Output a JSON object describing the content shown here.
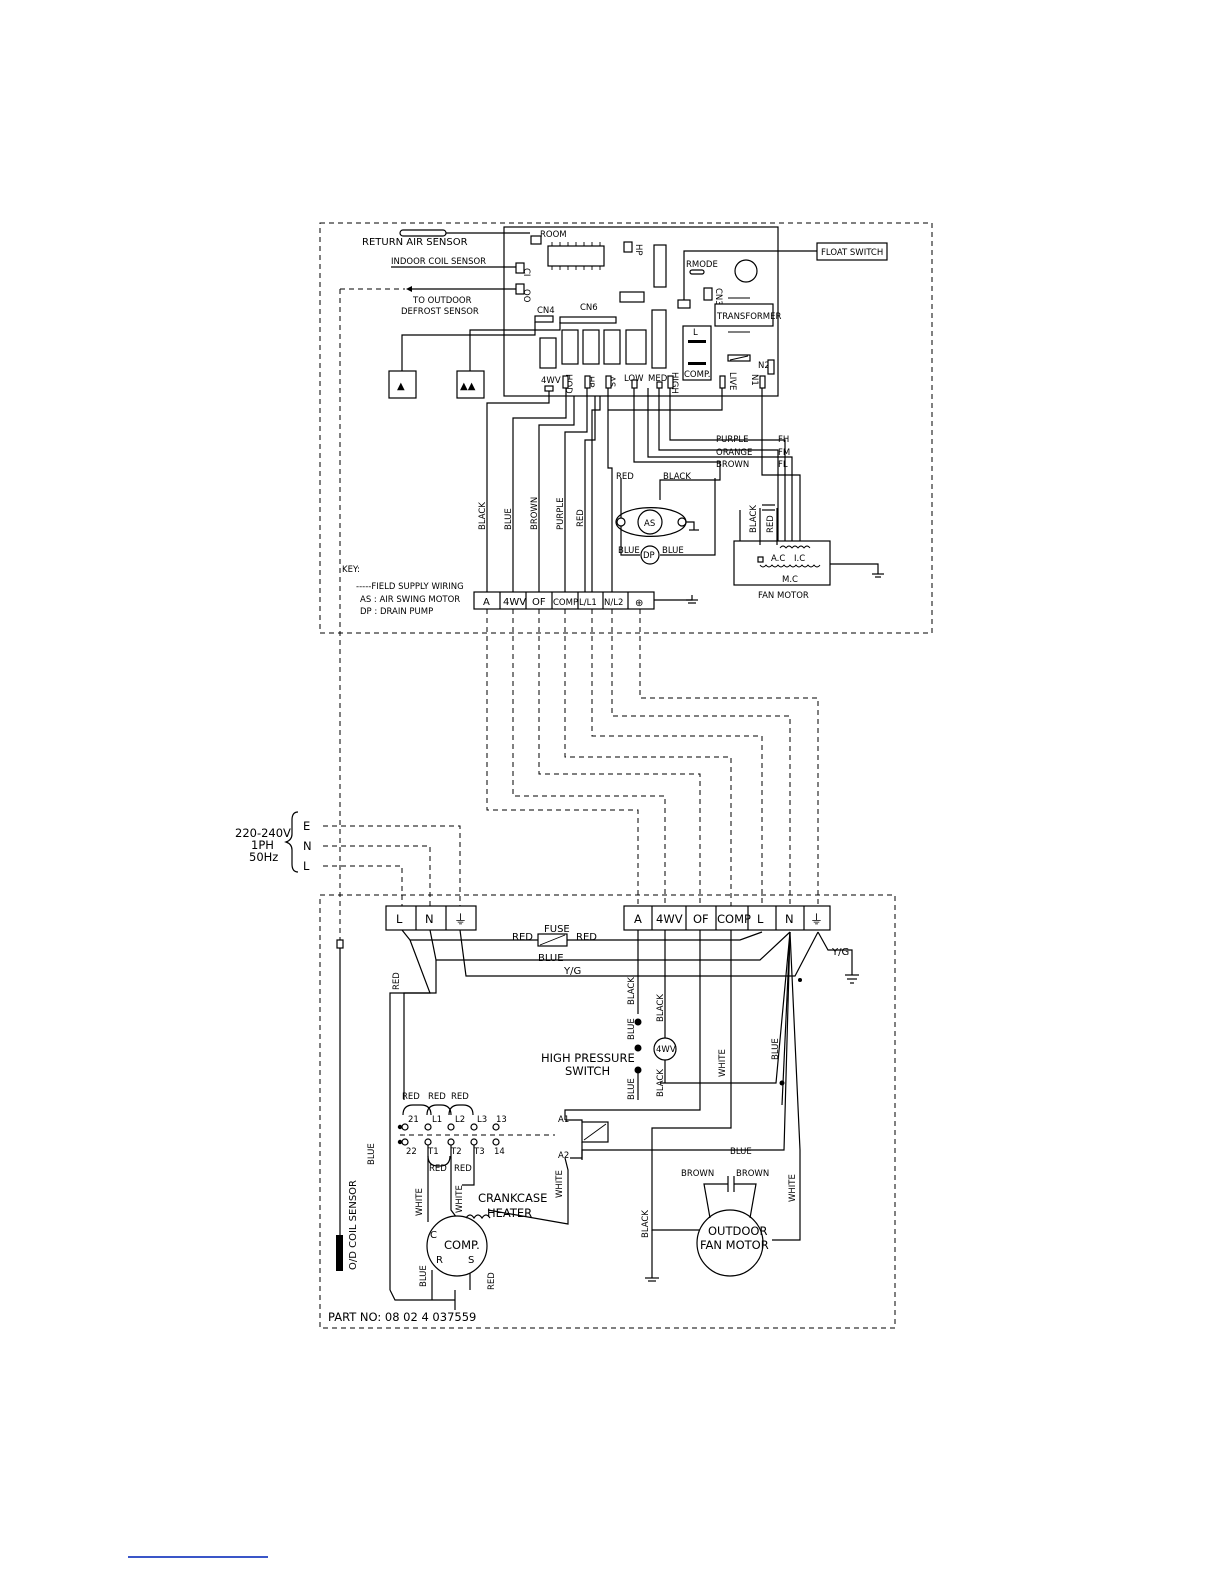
{
  "indoor": {
    "return_air_sensor": "RETURN AIR SENSOR",
    "room": "ROOM",
    "indoor_coil_sensor": "INDOOR COIL SENSOR",
    "ci": "CI",
    "oo": "OO",
    "to_outdoor_defrost_sensor_1": "TO OUTDOOR",
    "to_outdoor_defrost_sensor_2": "DEFROST SENSOR",
    "hp": "HP",
    "rmode": "RMODE",
    "cn3": "CN3",
    "cn4": "CN4",
    "cn6": "CN6",
    "float_switch": "FLOAT SWITCH",
    "transformer": "TRANSFORMER",
    "l": "L",
    "comp_relay": "COMP.",
    "n2": "N2",
    "pins": [
      "4WV",
      "HOD",
      "HP",
      "AS",
      "LOW",
      "MED",
      "HIGH",
      "LIVE",
      "N1"
    ],
    "tri_single": "▲",
    "tri_double": "▲▲",
    "purple": "PURPLE",
    "orange": "ORANGE",
    "brown": "BROWN",
    "fh": "FH",
    "fm": "FM",
    "fl": "FL",
    "red": "RED",
    "black": "BLACK",
    "as": "AS",
    "dp": "DP",
    "blue": "BLUE",
    "vertical_wires": [
      "BLACK",
      "BLUE",
      "BROWN",
      "PURPLE",
      "RED"
    ],
    "fan_black": "BLACK",
    "fan_red": "RED",
    "ac": "A.C",
    "ic": "I.C",
    "mc": "M.C",
    "fan_motor": "FAN MOTOR",
    "key": "KEY:",
    "key_items": [
      "-----FIELD SUPPLY WIRING",
      "AS : AIR SWING MOTOR",
      "DP : DRAIN PUMP"
    ],
    "terminals": [
      "A",
      "4WV",
      "OF",
      "COMP.",
      "L/L1",
      "N/L2",
      "⊕"
    ]
  },
  "supply": {
    "voltage": "220-240V",
    "phase": "1PH",
    "freq": "50Hz",
    "e": "E",
    "n": "N",
    "l": "L"
  },
  "outdoor": {
    "left_terminals": [
      "L",
      "N",
      "⏚"
    ],
    "right_terminals": [
      "A",
      "4WV",
      "OF",
      "COMP",
      "L",
      "N",
      "⏚"
    ],
    "fuse": "FUSE",
    "red": "RED",
    "blue": "BLUE",
    "yg": "Y/G",
    "black": "BLACK",
    "white": "WHITE",
    "four_wv": "4WV",
    "high_pressure_switch_1": "HIGH PRESSURE",
    "high_pressure_switch_2": "SWITCH",
    "contactor_top": [
      "21",
      "L1",
      "L2",
      "L3",
      "13"
    ],
    "contactor_bottom": [
      "22",
      "T1",
      "T2",
      "T3",
      "14"
    ],
    "a1": "A1",
    "a2": "A2",
    "brown": "BROWN",
    "crankcase_heater_1": "CRANKCASE",
    "crankcase_heater_2": "HEATER",
    "comp": "COMP.",
    "c": "C",
    "r": "R",
    "s": "S",
    "outdoor_fan_motor_1": "OUTDOOR",
    "outdoor_fan_motor_2": "FAN MOTOR",
    "od_coil_sensor": "O/D COIL SENSOR",
    "part_no": "PART NO: 08 02 4   037559"
  }
}
